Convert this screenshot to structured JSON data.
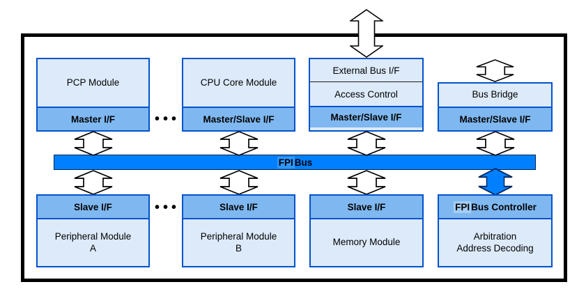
{
  "top_row": [
    {
      "title": "PCP Module",
      "interface": "Master I/F"
    },
    {
      "title": "CPU Core Module",
      "interface": "Master/Slave I/F"
    },
    {
      "section_top": "External Bus I/F",
      "section_mid": "Access Control",
      "interface": "Master/Slave I/F"
    },
    {
      "title": "Bus Bridge",
      "interface": "Master/Slave I/F"
    }
  ],
  "ellipsis": {
    "top": "•••",
    "bottom": "•••"
  },
  "bus": {
    "label_highlight": "FPI",
    "label_rest": " Bus"
  },
  "bottom_row": [
    {
      "interface": "Slave I/F",
      "title": "Peripheral Module\nA"
    },
    {
      "interface": "Slave I/F",
      "title": "Peripheral Module\nB"
    },
    {
      "interface": "Slave I/F",
      "title": "Memory Module"
    },
    {
      "interface_highlight": "FPI",
      "interface_rest": " Bus Controller",
      "title": "Arbitration\nAddress Decoding"
    }
  ],
  "colors": {
    "bus_fill": "#0080ff",
    "band_fill": "#7fb8f0",
    "box_fill": "#dceafa",
    "box_border": "#0052cc",
    "frame_border": "#000000",
    "arrow_fill_white": "#ffffff",
    "arrow_fill_solid": "#0080ff"
  }
}
